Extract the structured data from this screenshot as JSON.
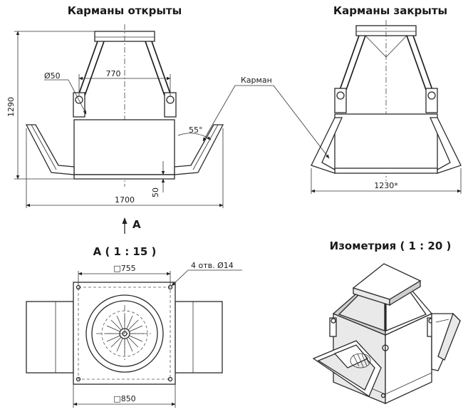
{
  "titles": {
    "open": "Карманы открыты",
    "closed": "Карманы закрыты",
    "view_a": "А ( 1 : 15 )",
    "iso": "Изометрия ( 1 : 20 )"
  },
  "dims": {
    "height": "1290",
    "dia50": "Ø50",
    "span770": "770",
    "angle": "55°",
    "gap50": "50",
    "width1700": "1700",
    "width1230": "1230*",
    "sq755": "□755",
    "sq850": "□850",
    "holes": "4 отв. Ø14"
  },
  "labels": {
    "pocket": "Карман",
    "view_arrow": "А"
  }
}
